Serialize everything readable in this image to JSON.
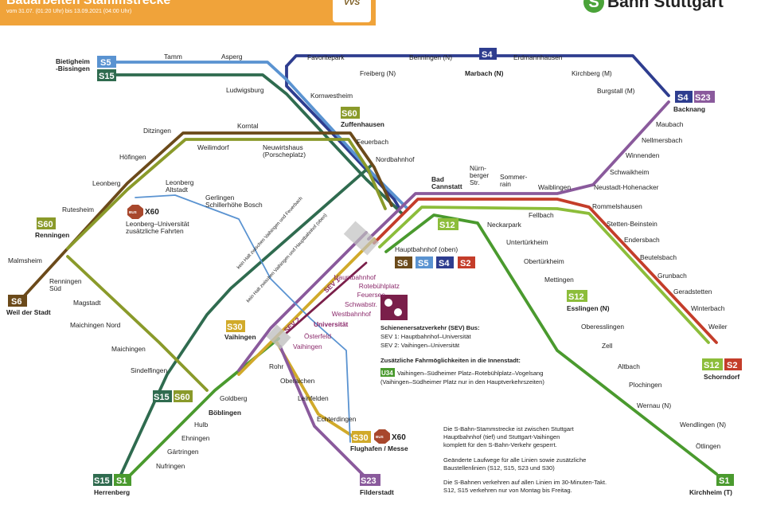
{
  "header": {
    "title": "Bauarbeiten Stammstrecke",
    "subtitle": "vom 31.07. (01:20 Uhr) bis 13.09.2021 (04:00 Uhr)",
    "vvs_logo": "VVS",
    "brand_letter": "S",
    "brand_name": "Bahn Stuttgart"
  },
  "colors": {
    "S1": "#4a9a2e",
    "S2": "#c43d2a",
    "S3": "#e8a33b",
    "S4": "#2e3d8f",
    "S5": "#5a93d1",
    "S6": "#6b4a1a",
    "S12": "#8cbd3a",
    "S15": "#2f6b4f",
    "S23": "#8a5a9c",
    "S30": "#d1aa2a",
    "S60": "#8a9a2a",
    "SEV": "#7a1f4a",
    "bus": "#a8472c",
    "banner": "#f0a33a",
    "station_box": "#c0c0c0"
  },
  "stations": {
    "bietigheim": "Bietigheim\n-Bissingen",
    "tamm": "Tamm",
    "asperg": "Asperg",
    "favoritepark": "Favoritepark",
    "benningen": "Benningen (N)",
    "erdmannhausen": "Erdmannhausen",
    "freiberg": "Freiberg (N)",
    "marbach": "Marbach (N)",
    "kirchberg": "Kirchberg (M)",
    "ludwigsburg": "Ludwigsburg",
    "kornwestheim": "Kornwestheim",
    "burgstall": "Burgstall (M)",
    "backnang": "Backnang",
    "zuffenhausen": "Zuffenhausen",
    "maubach": "Maubach",
    "ditzingen": "Ditzingen",
    "korntal": "Korntal",
    "nellmersbach": "Nellmersbach",
    "hoefingen": "Höfingen",
    "weilimdorf": "Weilimdorf",
    "neuwirtshaus": "Neuwirtshaus\n(Porscheplatz)",
    "feuerbach": "Feuerbach",
    "winnenden": "Winnenden",
    "nordbahnhof": "Nordbahnhof",
    "schwaikheim": "Schwaikheim",
    "leonberg": "Leonberg",
    "leonberg_altstadt": "Leonberg\nAltstadt",
    "gerlingen": "Gerlingen\nSchillerhöhe Bosch",
    "bad_cannstatt": "Bad\nCannstatt",
    "nuernberger": "Nürn-\nberger\nStr.",
    "sommerrain": "Sommer-\nrain",
    "waiblingen": "Waiblingen",
    "neustadt": "Neustadt-Hohenacker",
    "rutesheim": "Rutesheim",
    "rommelshausen": "Rommelshausen",
    "stetten": "Stetten-Beinstein",
    "neckarpark": "Neckarpark",
    "fellbach": "Fellbach",
    "renningen": "Renningen",
    "untertuerkheim": "Untertürkheim",
    "endersbach": "Endersbach",
    "leonberg_uni": "Leonberg–Universität\nzusätzliche Fahrten",
    "hauptbahnhof_oben": "Hauptbahnhof (oben)",
    "beutelsbach": "Beutelsbach",
    "malmsheim": "Malmsheim",
    "obertuerkheim": "Obertürkheim",
    "grunbach": "Grunbach",
    "renningen_sued": "Renningen\nSüd",
    "mettingen": "Mettingen",
    "geradstetten": "Geradstetten",
    "winterbach": "Winterbach",
    "magstadt": "Magstadt",
    "weil_der_stadt": "Weil der Stadt",
    "esslingen": "Esslingen (N)",
    "weiler": "Weiler",
    "maichingen_nord": "Maichingen Nord",
    "oberesslingen": "Oberesslingen",
    "vaihingen": "Vaihingen",
    "universitaet": "Universität",
    "zell": "Zell",
    "maichingen": "Maichingen",
    "oesterfeld": "Österfeld",
    "vaihingen_p": "Vaihingen",
    "schorndorf": "Schorndorf",
    "altbach": "Altbach",
    "rohr": "Rohr",
    "sindelfingen": "Sindelfingen",
    "oberaichen": "Oberaichen",
    "plochingen": "Plochingen",
    "leinfelden": "Leinfelden",
    "goldberg": "Goldberg",
    "boeblingen": "Böblingen",
    "wernau": "Wernau (N)",
    "echterdingen": "Echterdingen",
    "wendlingen": "Wendlingen (N)",
    "hulb": "Hulb",
    "ehningen": "Ehningen",
    "oetlingen": "Ötlingen",
    "gaertringen": "Gärtringen",
    "flughafen": "Flughafen / Messe",
    "nufringen": "Nufringen",
    "herrenberg": "Herrenberg",
    "filderstadt": "Filderstadt",
    "kirchheim": "Kirchheim (T)"
  },
  "sev_stops": [
    "Hauptbahnhof",
    "Rotebühlplatz",
    "Feuersee",
    "Schwabstr.",
    "Westbahnhof"
  ],
  "line_labels": {
    "S1": "S1",
    "S2": "S2",
    "S4": "S4",
    "S5": "S5",
    "S6": "S6",
    "S12": "S12",
    "S15": "S15",
    "S23": "S23",
    "S30": "S30",
    "S60": "S60",
    "SEV1": "SEV 1",
    "SEV2": "SEV 2",
    "X60": "X60",
    "BUS": "BUS"
  },
  "rotated_notes": {
    "no_stop_1": "kein Halt zwischen Vaihingen und Feuerbach",
    "no_stop_2": "kein Halt zwischen Vaihingen und Hauptbahnhof (oben)"
  },
  "sev_info": {
    "title": "Schienenersatzverkehr (SEV) Bus:",
    "line1": "SEV 1: Hauptbahnhof–Universität",
    "line2": "SEV 2: Vaihingen–Universität",
    "extra_title": "Zusätzliche Fahrmöglichkeiten in die Innenstadt:",
    "u34_badge": "U34",
    "u34_text": "Vaihingen–Südheimer Platz–Rotebühlplatz–Vogelsang",
    "u34_note": "(Vaihingen–Südheimer Platz nur in den Hauptverkehrszeiten)"
  },
  "notes": [
    "Die S-Bahn-Stammstrecke ist zwischen Stuttgart",
    "Hauptbahnhof (tief) und Stuttgart-Vaihingen",
    "komplett für den S-Bahn-Verkehr gesperrt.",
    "",
    "Geänderte Laufwege für alle Linien sowie zusätzliche",
    "Baustellenlinien (S12, S15, S23 und S30)",
    "",
    "Die S-Bahnen verkehren auf allen Linien im 30-Minuten-Takt.",
    "S12, S15 verkehren nur von Montag bis Freitag."
  ]
}
